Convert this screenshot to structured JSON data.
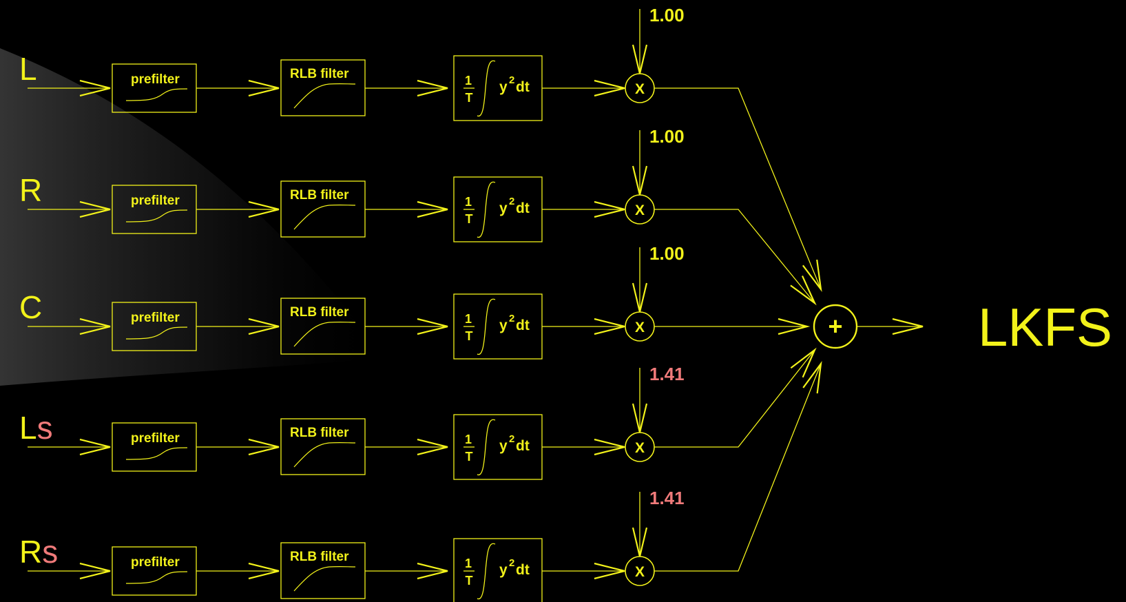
{
  "colors": {
    "line": "#f2f21a",
    "accent": "#f07a7a",
    "background": "#000000"
  },
  "block_labels": {
    "prefilter": "prefilter",
    "rlb": "RLB filter",
    "integrator_num": "1",
    "integrator_den": "T",
    "integrator_expr": "y",
    "integrator_exp": "2",
    "integrator_dt": "dt",
    "multiplier": "X",
    "summer": "+"
  },
  "output_label": "LKFS",
  "channels": [
    {
      "id": "L",
      "base": "L",
      "suffix": "",
      "weight": "1.00",
      "weight_highlight": false
    },
    {
      "id": "R",
      "base": "R",
      "suffix": "",
      "weight": "1.00",
      "weight_highlight": false
    },
    {
      "id": "C",
      "base": "C",
      "suffix": "",
      "weight": "1.00",
      "weight_highlight": false
    },
    {
      "id": "Ls",
      "base": "L",
      "suffix": "s",
      "weight": "1.41",
      "weight_highlight": true
    },
    {
      "id": "Rs",
      "base": "R",
      "suffix": "s",
      "weight": "1.41",
      "weight_highlight": true
    }
  ]
}
